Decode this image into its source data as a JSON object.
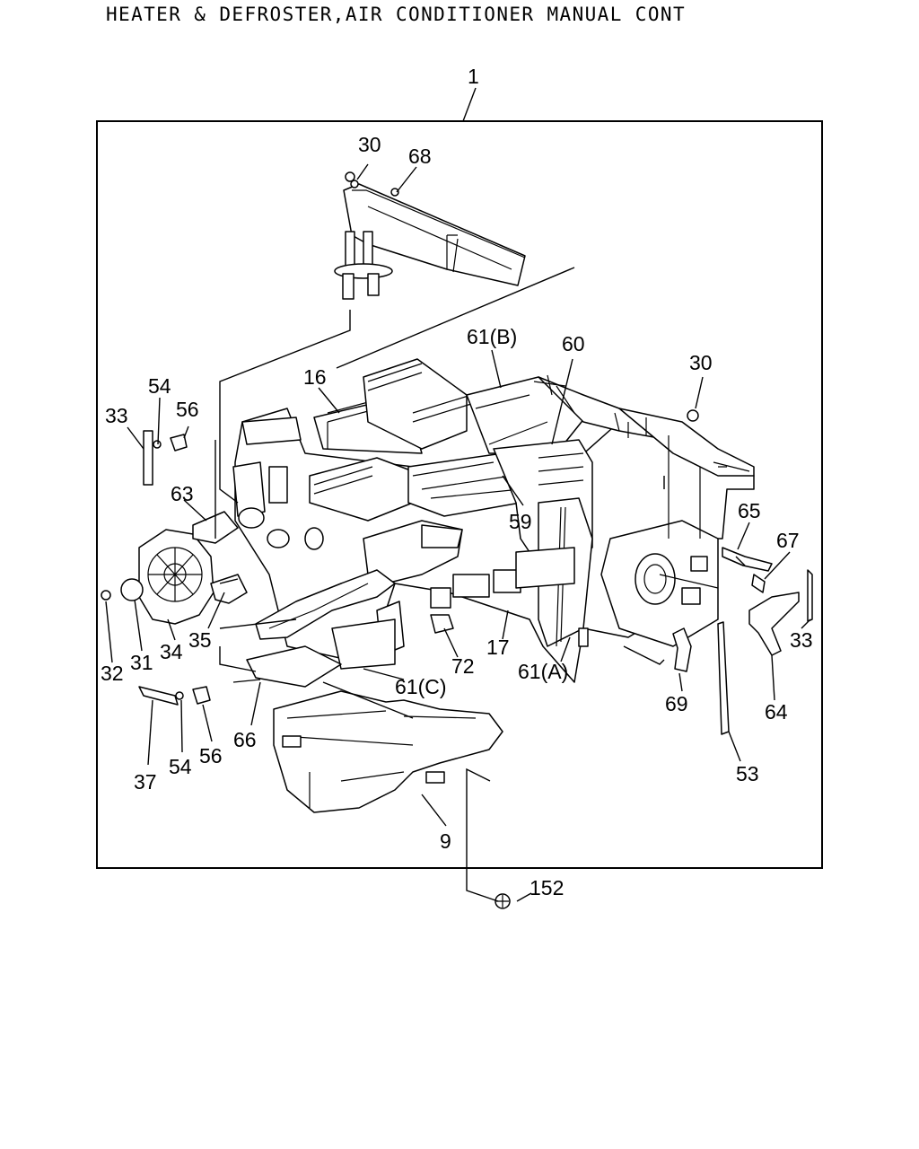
{
  "title": "HEATER & DEFROSTER,AIR CONDITIONER MANUAL CONT",
  "callouts": {
    "c1": "1",
    "c30a": "30",
    "c68": "68",
    "c61b": "61(B)",
    "c60": "60",
    "c30b": "30",
    "c16": "16",
    "c54a": "54",
    "c56a": "56",
    "c33a": "33",
    "c63": "63",
    "c65": "65",
    "c67": "67",
    "c59": "59",
    "c32": "32",
    "c31": "31",
    "c34": "34",
    "c35": "35",
    "c72": "72",
    "c17": "17",
    "c61a": "61(A)",
    "c33b": "33",
    "c61c": "61(C)",
    "c69": "69",
    "c64": "64",
    "c37": "37",
    "c54b": "54",
    "c56b": "56",
    "c66": "66",
    "c53": "53",
    "c9": "9",
    "c152": "152"
  }
}
